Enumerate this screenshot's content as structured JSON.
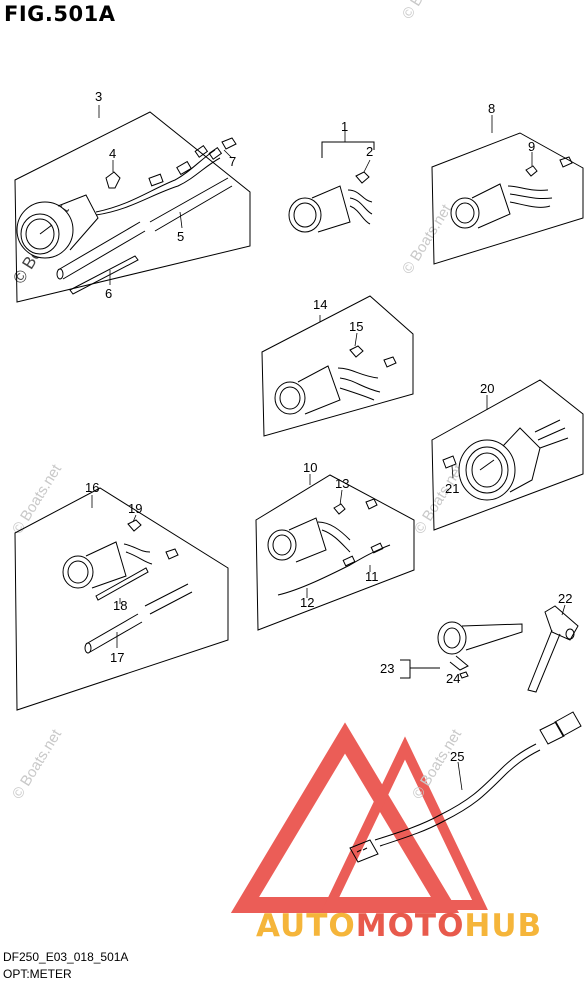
{
  "figure": {
    "title": "FIG.501A"
  },
  "footer": {
    "code": "DF250_E03_018_501A",
    "subtitle": "OPT:METER"
  },
  "watermark": {
    "text": "© Boats.net",
    "brand_part1": "AUTO",
    "brand_part2": "MOTO",
    "brand_part3": "HUB",
    "colors": {
      "triangle": "#e8413a",
      "brand_orange": "#f5b53a",
      "brand_red": "#e85a4c"
    }
  },
  "parts": [
    {
      "ref": "1"
    },
    {
      "ref": "2"
    },
    {
      "ref": "3"
    },
    {
      "ref": "4"
    },
    {
      "ref": "5"
    },
    {
      "ref": "6"
    },
    {
      "ref": "7"
    },
    {
      "ref": "8"
    },
    {
      "ref": "9"
    },
    {
      "ref": "10"
    },
    {
      "ref": "11"
    },
    {
      "ref": "12"
    },
    {
      "ref": "13"
    },
    {
      "ref": "14"
    },
    {
      "ref": "15"
    },
    {
      "ref": "16"
    },
    {
      "ref": "17"
    },
    {
      "ref": "18"
    },
    {
      "ref": "19"
    },
    {
      "ref": "20"
    },
    {
      "ref": "21"
    },
    {
      "ref": "22"
    },
    {
      "ref": "23"
    },
    {
      "ref": "24"
    },
    {
      "ref": "25"
    }
  ]
}
